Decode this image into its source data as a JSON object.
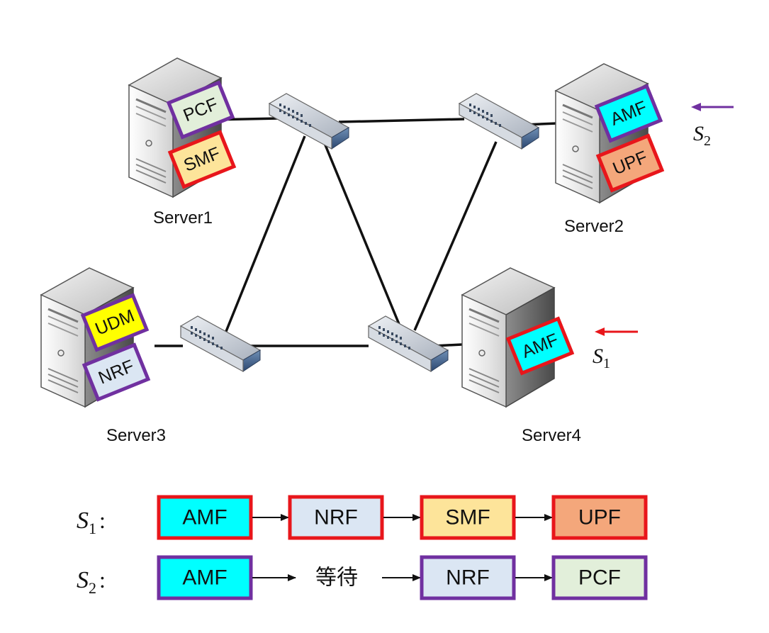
{
  "servers": {
    "s1": {
      "label": "Server1",
      "nf": [
        "PCF",
        "SMF"
      ]
    },
    "s2": {
      "label": "Server2",
      "nf": [
        "AMF",
        "UPF"
      ]
    },
    "s3": {
      "label": "Server3",
      "nf": [
        "UDM",
        "NRF"
      ]
    },
    "s4": {
      "label": "Server4",
      "nf": [
        "AMF"
      ]
    }
  },
  "requests": {
    "s1": {
      "var": "S",
      "sub": "1",
      "color": "#e8161b"
    },
    "s2": {
      "var": "S",
      "sub": "2",
      "color": "#7030a0"
    }
  },
  "chains": {
    "s1": {
      "var": "S",
      "sub": "1",
      "colon": ":",
      "steps": [
        "AMF",
        "NRF",
        "SMF",
        "UPF"
      ]
    },
    "s2": {
      "var": "S",
      "sub": "2",
      "colon": ":",
      "steps": [
        "AMF",
        "等待",
        "NRF",
        "PCF"
      ]
    }
  },
  "colors": {
    "amf": "#00ffff",
    "nrf": "#dbe6f3",
    "smf": "#fde49a",
    "upf": "#f4a77b",
    "pcf": "#e2efda",
    "udm": "#ffff00",
    "red_border": "#e8161b",
    "purple_border": "#7030a0",
    "link": "#111111"
  }
}
